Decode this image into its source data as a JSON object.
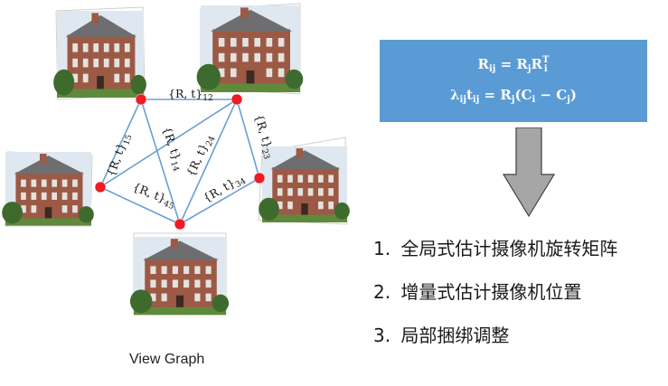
{
  "diagram": {
    "caption": "View Graph",
    "nodes": [
      "1",
      "2",
      "3",
      "4",
      "5"
    ],
    "edges": [
      {
        "from": "1",
        "to": "2",
        "label": "{R, t}",
        "sub": "12"
      },
      {
        "from": "1",
        "to": "5",
        "label": "{R, t}",
        "sub": "15"
      },
      {
        "from": "1",
        "to": "4",
        "label": "{R, t}",
        "sub": "14"
      },
      {
        "from": "2",
        "to": "4",
        "label": "{R, t}",
        "sub": "24"
      },
      {
        "from": "2",
        "to": "3",
        "label": "{R, t}",
        "sub": "23"
      },
      {
        "from": "3",
        "to": "4",
        "label": "{R, t}",
        "sub": "34"
      },
      {
        "from": "4",
        "to": "5",
        "label": "{R, t}",
        "sub": "45"
      },
      {
        "from": "2",
        "to": "5",
        "label": "",
        "sub": ""
      }
    ]
  },
  "formulas": {
    "line1": "R_ij = R_j R_i^T",
    "line2": "λ_ij t_ij = R_j(C_i − C_j)"
  },
  "steps": [
    {
      "num": "1.",
      "text": "全局式估计摄像机旋转矩阵"
    },
    {
      "num": "2.",
      "text": "增量式估计摄像机位置"
    },
    {
      "num": "3.",
      "text": "局部捆绑调整"
    }
  ],
  "colors": {
    "formula_box": "#5b9bd5",
    "node": "#ee1c25",
    "edge": "#6a9fd6",
    "arrow": "#a6a6a6"
  }
}
